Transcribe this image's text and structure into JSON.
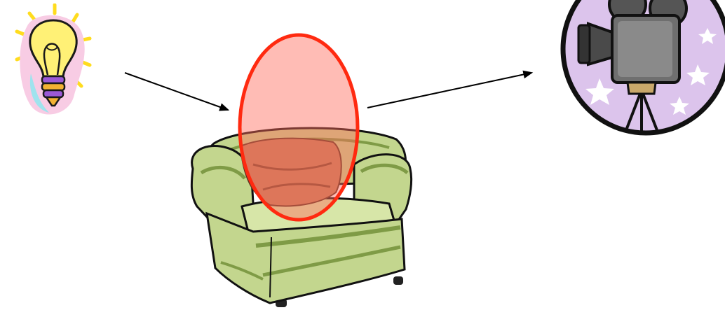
{
  "diagram": {
    "nodes": [
      {
        "id": "idea",
        "icon": "lightbulb-icon"
      },
      {
        "id": "sofa",
        "icon": "armchair-icon"
      },
      {
        "id": "movie",
        "icon": "movie-camera-icon"
      }
    ],
    "edges": [
      {
        "from": "idea",
        "to": "sofa"
      },
      {
        "from": "sofa",
        "to": "movie"
      }
    ],
    "highlight": {
      "target": "sofa",
      "shape": "ellipse",
      "stroke": "#ff2a10",
      "fill": "#ffb0a8"
    },
    "colors": {
      "arrow": "#000000",
      "sofa_body": "#c3d68e",
      "sofa_shadow": "#7f9b46",
      "sofa_outline": "#111111",
      "cushion": "#c2805a",
      "bulb_glow": "#ffdc1e",
      "bulb_background": "#f8cce4",
      "bulb_glass": "#fff176",
      "bulb_base": "#9b59d6",
      "camera_disc": "#dcc4ec",
      "camera_body": "#6f6f6f",
      "stars": "#ffffff"
    }
  }
}
